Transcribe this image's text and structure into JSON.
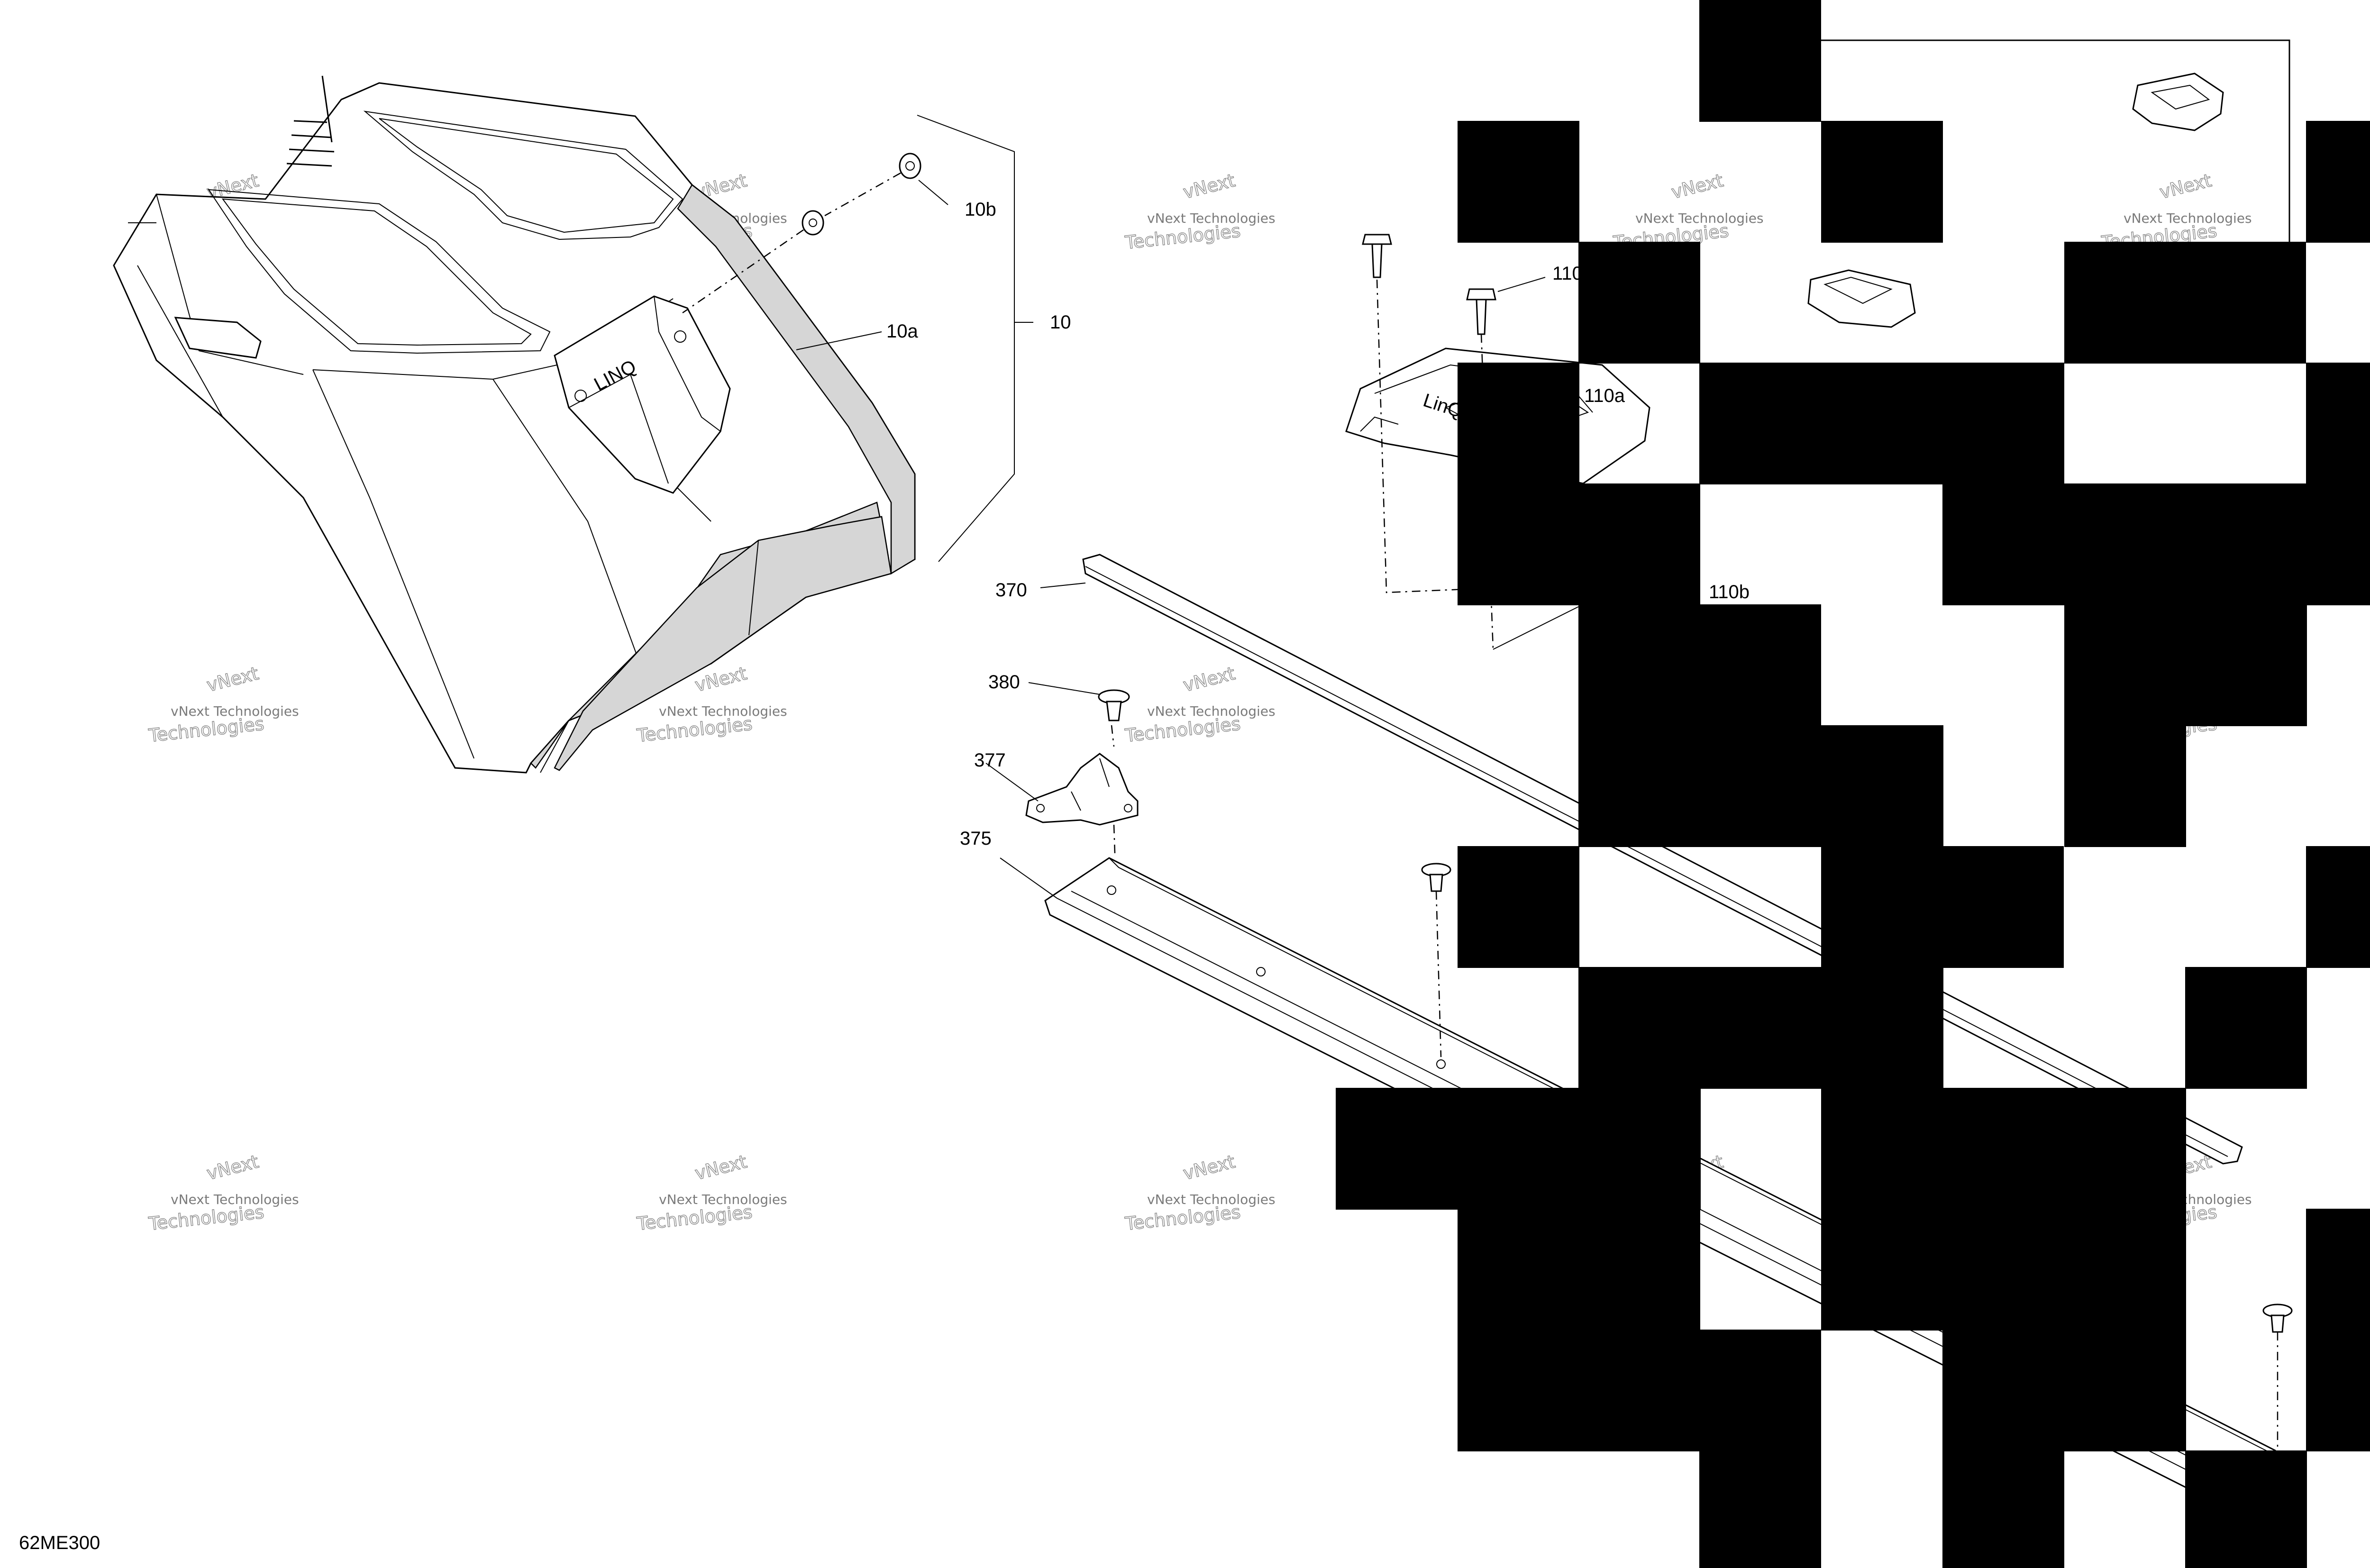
{
  "diagram_code": "62ME300",
  "watermark": {
    "line1": "vNext Technologies",
    "line2": "vNext",
    "line3": "Technologies"
  },
  "labels": {
    "p10": "10",
    "p10a": "10a",
    "p10b": "10b",
    "p110": "110",
    "p110a": "110a",
    "p110b": "110b",
    "p370": "370",
    "p375": "375",
    "p377": "377",
    "p380": "380"
  }
}
